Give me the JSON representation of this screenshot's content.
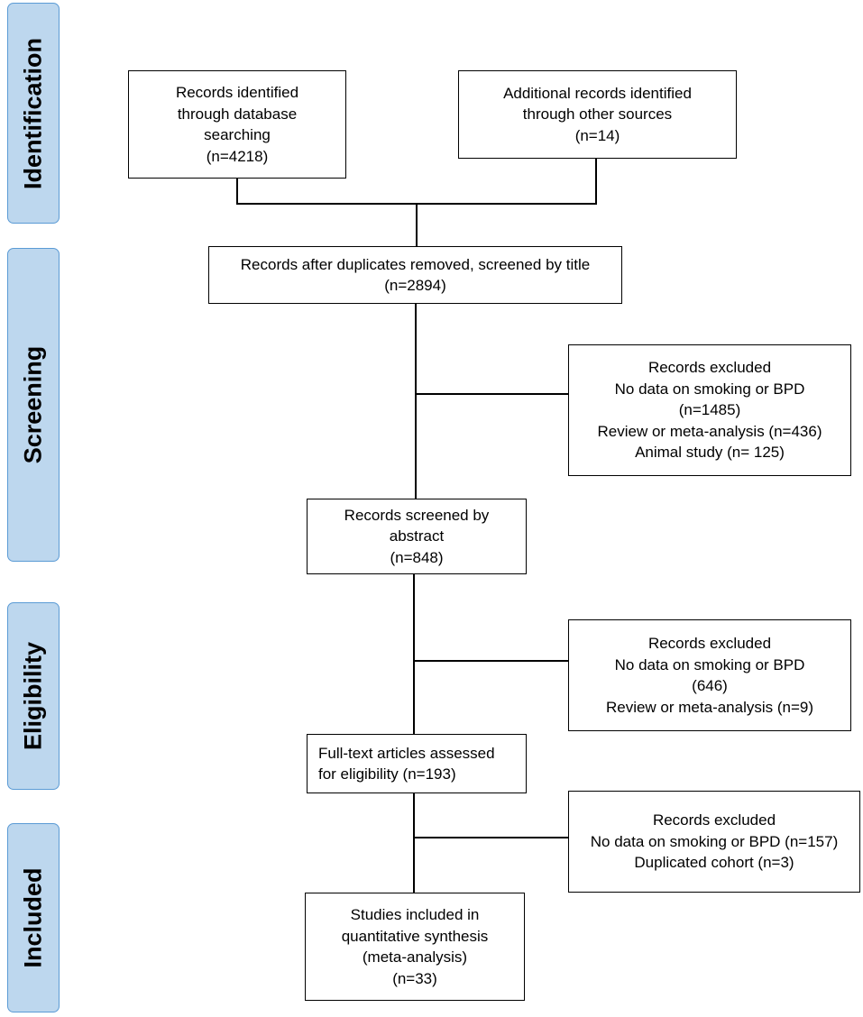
{
  "phases": {
    "identification": "Identification",
    "screening": "Screening",
    "eligibility": "Eligibility",
    "included": "Included"
  },
  "boxes": {
    "database_search": [
      "Records identified",
      "through database",
      "searching",
      "(n=4218)"
    ],
    "other_sources": [
      "Additional records identified",
      "through other sources",
      "(n=14)"
    ],
    "after_duplicates": [
      "Records after duplicates removed, screened by title",
      "(n=2894)"
    ],
    "excluded_title": [
      "Records excluded",
      "No data on smoking or BPD",
      "(n=1485)",
      "Review or meta-analysis (n=436)",
      "Animal study (n= 125)"
    ],
    "screened_abstract": [
      "Records screened by",
      "abstract",
      "(n=848)"
    ],
    "excluded_abstract": [
      "Records excluded",
      "No data on smoking or BPD",
      "(646)",
      "Review or meta-analysis (n=9)"
    ],
    "fulltext": [
      "Full-text articles assessed",
      "for eligibility (n=193)"
    ],
    "excluded_fulltext": [
      "Records excluded",
      "No data on smoking or BPD (n=157)",
      "Duplicated cohort (n=3)"
    ],
    "included": [
      "Studies included in",
      "quantitative synthesis",
      "(meta-analysis)",
      "(n=33)"
    ]
  }
}
